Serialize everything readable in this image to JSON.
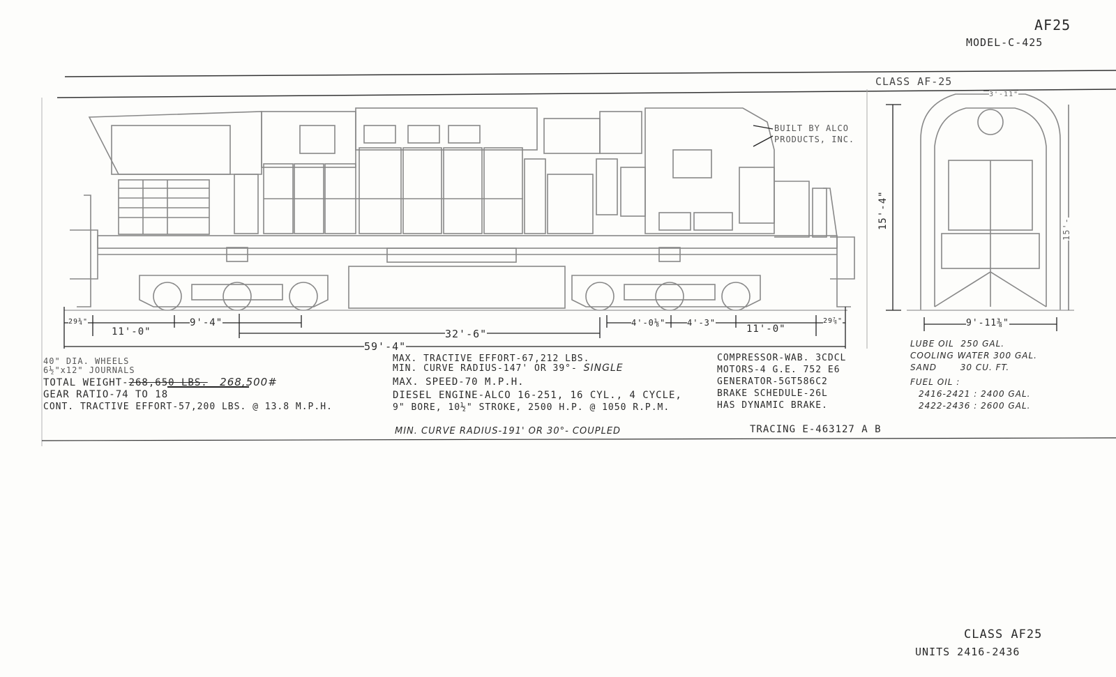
{
  "header": {
    "class_code": "AF25",
    "model": "MODEL-C-425"
  },
  "diagram": {
    "class_label": "CLASS AF-25",
    "builder": [
      "BUILT BY ALCO",
      "PRODUCTS, INC."
    ],
    "dimensions": {
      "overhang_left": "29¾\"",
      "truck_wheelbase_left": "11'-0\"",
      "axle_spacing_left": "9'-4\"",
      "truck_centers": "32'-6\"",
      "axle_spacing_right_a": "4'-0⅛\"",
      "axle_spacing_right_b": "4'-3\"",
      "truck_wheelbase_right": "11'-0\"",
      "overhang_right": "29⅞\"",
      "overall_length": "59'-4\"",
      "height": "15'-4\"",
      "end_height": "15'-",
      "width": "9'-11⅜\"",
      "top_width": "3'-11\""
    },
    "specs_left": [
      "40\" DIA. WHEELS",
      "6½\"x12\" JOURNALS",
      "TOTAL WEIGHT-",
      "GEAR RATIO-74 TO 18",
      "CONT. TRACTIVE EFFORT-57,200 LBS. @ 13.8 M.P.H."
    ],
    "weight_struck": "268,650 LBS.",
    "weight_new": "268,500#",
    "specs_middle": [
      "MAX. TRACTIVE EFFORT-67,212 LBS.",
      "MIN. CURVE RADIUS-147' OR 39°-",
      "MAX. SPEED-70 M.P.H.",
      "DIESEL ENGINE-ALCO 16-251, 16 CYL., 4 CYCLE,",
      "9\" BORE, 10½\" STROKE, 2500 H.P. @ 1050 R.P.M."
    ],
    "single_label": "SINGLE",
    "specs_right": [
      "COMPRESSOR-WAB. 3CDCL",
      "MOTORS-4 G.E. 752 E6",
      "GENERATOR-5GT586C2",
      "BRAKE SCHEDULE-26L",
      "HAS DYNAMIC BRAKE."
    ],
    "specs_far_right": [
      "LUBE OIL  250 GAL.",
      "COOLING WATER 300 GAL.",
      "SAND       30 CU. FT.",
      "FUEL OIL :",
      "2416-2421 : 2400 GAL.",
      "2422-2436 : 2600 GAL."
    ],
    "min_curve_coupled": "MIN. CURVE RADIUS-191' OR 30°- COUPLED",
    "tracing": "TRACING E-463127 A B"
  },
  "footer": {
    "class_line": "CLASS AF25",
    "units_line": "UNITS 2416-2436"
  }
}
